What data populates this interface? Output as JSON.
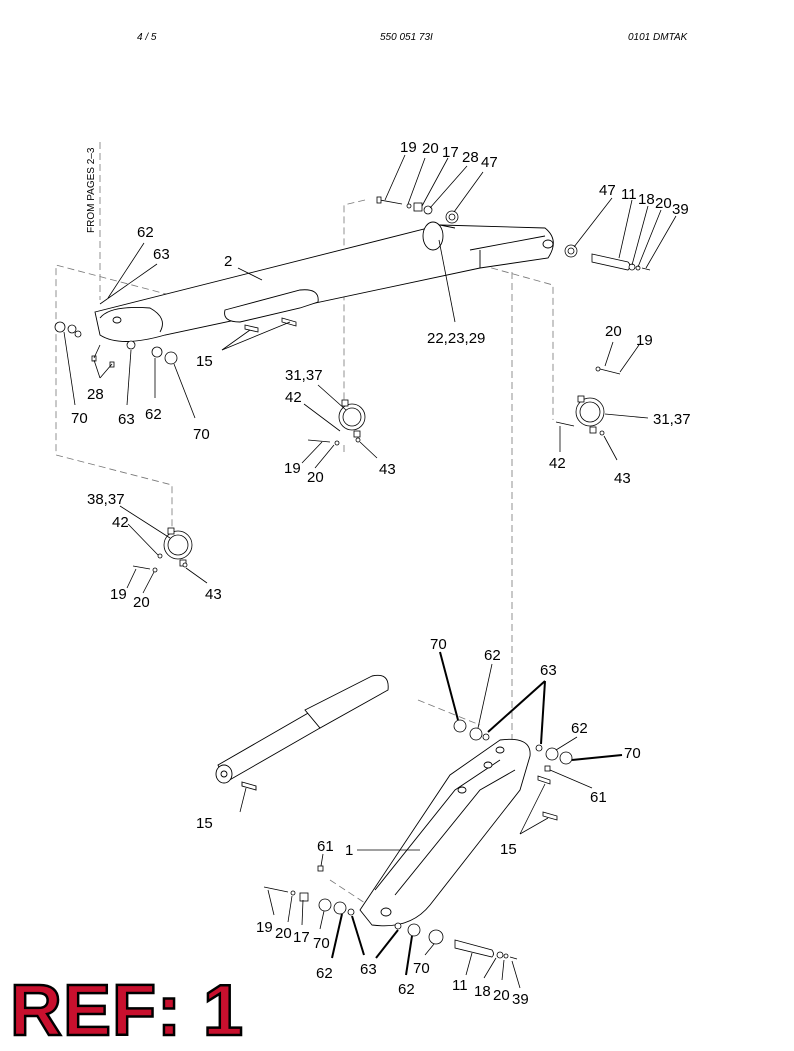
{
  "header": {
    "page": "4 / 5",
    "doc_number": "550 051 73I",
    "revision": "0101   DMTAK"
  },
  "side_note": "FROM PAGES 2–3",
  "ref_label": "REF: 1",
  "callouts": {
    "c19a": "19",
    "c20a": "20",
    "c17a": "17",
    "c28a": "28",
    "c47a": "47",
    "c47b": "47",
    "c11a": "11",
    "c18a": "18",
    "c20b": "20",
    "c39a": "39",
    "c62a": "62",
    "c63a": "63",
    "c2": "2",
    "c222329": "22,23,29",
    "c15a": "15",
    "c28b": "28",
    "c70a": "70",
    "c63b": "63",
    "c62b": "62",
    "c70b": "70",
    "c3137a": "31,37",
    "c42a": "42",
    "c19b": "19",
    "c20c": "20",
    "c43a": "43",
    "c20d": "20",
    "c19c": "19",
    "c3137b": "31,37",
    "c42b": "42",
    "c43b": "43",
    "c3837": "38,37",
    "c42c": "42",
    "c19d": "19",
    "c20e": "20",
    "c43c": "43",
    "c70c": "70",
    "c62c": "62",
    "c63c": "63",
    "c62d": "62",
    "c70d": "70",
    "c61a": "61",
    "c15b": "15",
    "c15c": "15",
    "c61b": "61",
    "c1": "1",
    "c19e": "19",
    "c20f": "20",
    "c17b": "17",
    "c70e": "70",
    "c62e": "62",
    "c63d": "63",
    "c70f": "70",
    "c62f": "62",
    "c11b": "11",
    "c18b": "18",
    "c20g": "20",
    "c39b": "39"
  }
}
